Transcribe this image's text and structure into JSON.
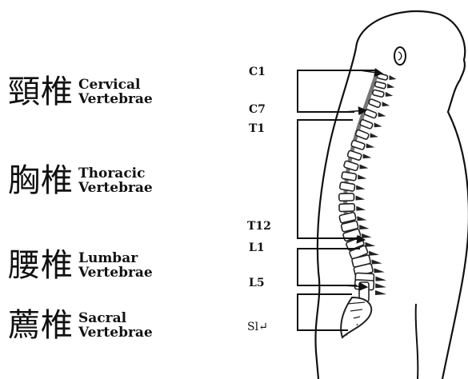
{
  "regions": [
    {
      "kanji": "頸椎",
      "en_line1": "Cervical",
      "en_line2": "Vertebrae"
    },
    {
      "kanji": "胸椎",
      "en_line1": "Thoracic",
      "en_line2": "Vertebrae"
    },
    {
      "kanji": "腰椎",
      "en_line1": "Lumbar",
      "en_line2": "Vertebrae"
    },
    {
      "kanji": "薦椎",
      "en_line1": "Sacral",
      "en_line2": "Vertebrae"
    }
  ],
  "levels": {
    "c1": "C1",
    "c7": "C7",
    "t1": "T1",
    "t12": "T12",
    "l1": "L1",
    "l5": "L5",
    "s1": "Sl↵"
  },
  "colors": {
    "line": "#111111",
    "bone": "#222222",
    "background": "#ffffff"
  }
}
